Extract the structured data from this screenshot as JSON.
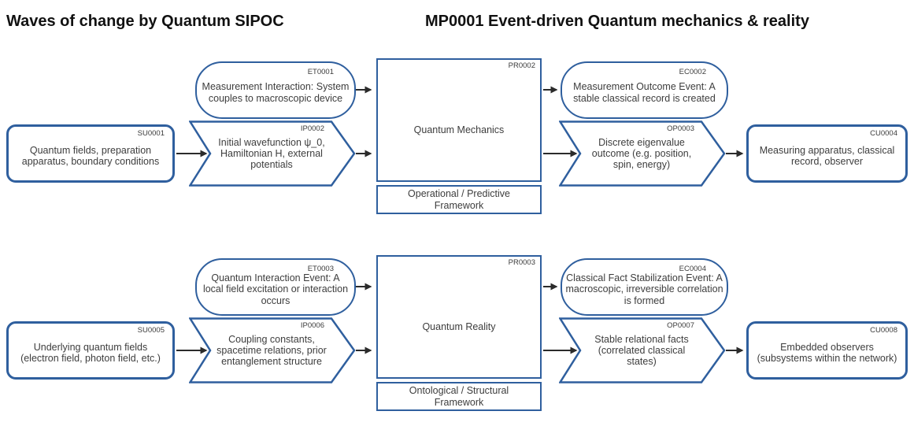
{
  "header": {
    "title_left": "Waves of change by Quantum SIPOC",
    "title_right": "MP0001 Event-driven Quantum mechanics & reality"
  },
  "colors": {
    "shape_border": "#2f5f9e",
    "arrow": "#2b2b2b",
    "text": "#3d3d3d",
    "title": "#111111",
    "background": "#ffffff"
  },
  "rows": [
    {
      "supplier": {
        "id": "SU0001",
        "text": "Quantum fields, preparation apparatus, boundary conditions"
      },
      "input": {
        "id": "IP0002",
        "text": "Initial wavefunction ψ_0, Hamiltonian H, external potentials"
      },
      "event_trigger": {
        "id": "ET0001",
        "text": "Measurement Interaction: System couples to macroscopic device"
      },
      "process": {
        "id": "PR0002",
        "name": "Quantum Mechanics",
        "framework": "Operational / Predictive Framework"
      },
      "event_consequence": {
        "id": "EC0002",
        "text": "Measurement Outcome Event: A stable classical record is created"
      },
      "output": {
        "id": "OP0003",
        "text": "Discrete eigenvalue outcome (e.g. position, spin, energy)"
      },
      "customer": {
        "id": "CU0004",
        "text": "Measuring apparatus, classical record, observer"
      }
    },
    {
      "supplier": {
        "id": "SU0005",
        "text": "Underlying quantum fields (electron field, photon field, etc.)"
      },
      "input": {
        "id": "IP0006",
        "text": "Coupling constants, spacetime relations, prior entanglement structure"
      },
      "event_trigger": {
        "id": "ET0003",
        "text": "Quantum Interaction Event: A local field excitation or interaction occurs"
      },
      "process": {
        "id": "PR0003",
        "name": "Quantum Reality",
        "framework": "Ontological / Structural Framework"
      },
      "event_consequence": {
        "id": "EC0004",
        "text": "Classical Fact Stabilization Event: A macroscopic, irreversible correlation is formed"
      },
      "output": {
        "id": "OP0007",
        "text": "Stable relational facts (correlated classical states)"
      },
      "customer": {
        "id": "CU0008",
        "text": "Embedded observers (subsystems within the network)"
      }
    }
  ]
}
